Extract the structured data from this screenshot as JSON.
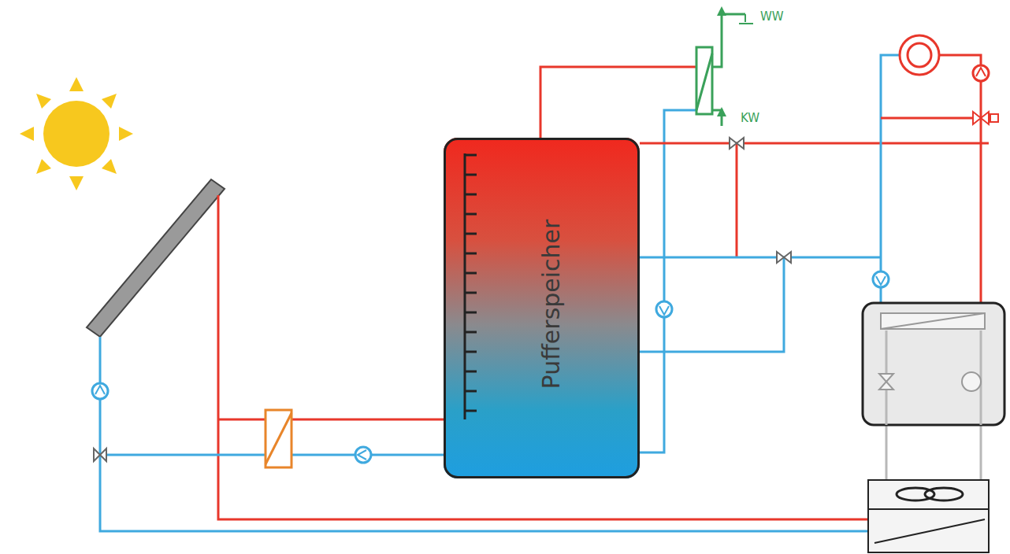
{
  "diagram": {
    "nodes": [
      {
        "text": [
          "Pufferspeicher"
        ]
      }
    ],
    "labels": [
      "WW",
      "KW"
    ]
  }
}
